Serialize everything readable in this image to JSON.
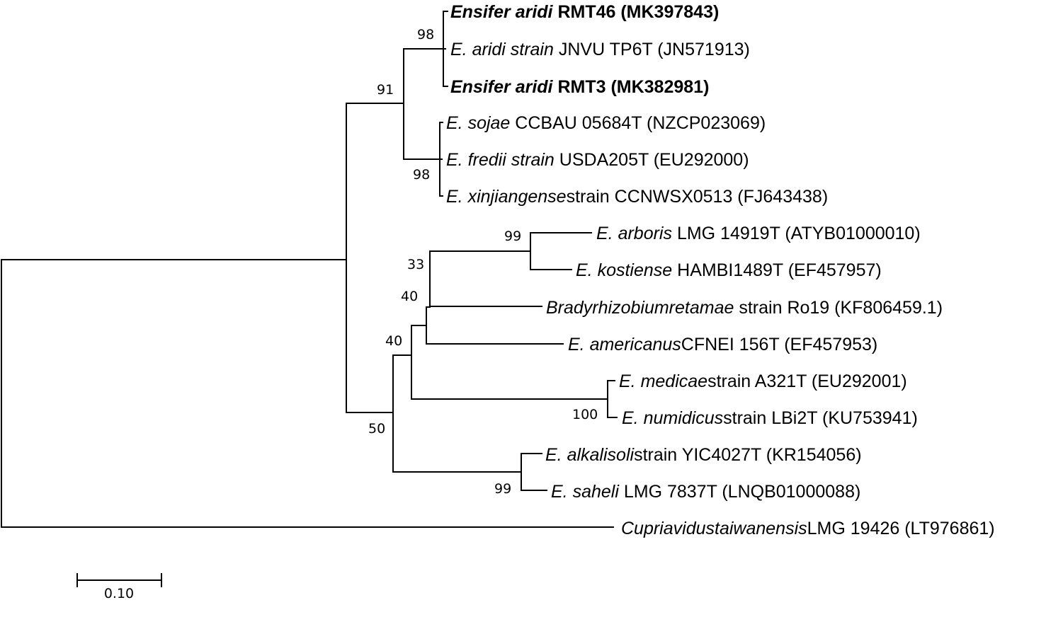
{
  "taxa": [
    {
      "italic": "Ensifer aridi",
      "rest": "RMT46 (MK397843)",
      "bold": true
    },
    {
      "italic": "E. aridi strain",
      "rest": "JNVU TP6T (JN571913)",
      "bold": false
    },
    {
      "italic": "Ensifer aridi",
      "rest": "RMT3 (MK382981)",
      "bold": true
    },
    {
      "italic": "E. sojae",
      "rest": "CCBAU 05684T (NZCP023069)",
      "bold": false
    },
    {
      "italic": "E. fredii strain",
      "rest": "USDA205T (EU292000)",
      "bold": false
    },
    {
      "italic": "E. xinjiangense",
      "rest": "strain CCNWSX0513 (FJ643438)",
      "bold": false
    },
    {
      "italic": "E. arboris",
      "rest": "LMG 14919T (ATYB01000010)",
      "bold": false
    },
    {
      "italic": "E. kostiense",
      "rest": "HAMBI1489T (EF457957)",
      "bold": false
    },
    {
      "italic": "Bradyrhizobiumretamae",
      "rest": "strain Ro19 (KF806459.1)",
      "bold": false
    },
    {
      "italic": "E. americanus",
      "rest": "CFNEI 156T (EF457953)",
      "bold": false
    },
    {
      "italic": "E. medicae",
      "rest": "strain A321T (EU292001)",
      "bold": false
    },
    {
      "italic": "E. numidicus",
      "rest": "strain LBi2T (KU753941)",
      "bold": false
    },
    {
      "italic": "E. alkalisoli",
      "rest": "strain YIC4027T (KR154056)",
      "bold": false
    },
    {
      "italic": "E. saheli",
      "rest": "LMG 7837T (LNQB01000088)",
      "bold": false
    },
    {
      "italic": "Cupriavidustaiwanensis",
      "rest": "LMG 19426 (LT976861)",
      "bold": false
    }
  ],
  "bootstrap": {
    "aridi_clade": "98",
    "ensifer_core": "91",
    "sojae_clade": "98",
    "arboris_kostiense": "99",
    "arboris_bradyrhizobium": "33",
    "arboris_americanus": "40",
    "arboris_medicae": "40",
    "medicae_numidicus": "100",
    "arboris_saheli": "50",
    "alkalisoli_saheli": "99"
  },
  "scale_bar": {
    "label": "0.10"
  }
}
